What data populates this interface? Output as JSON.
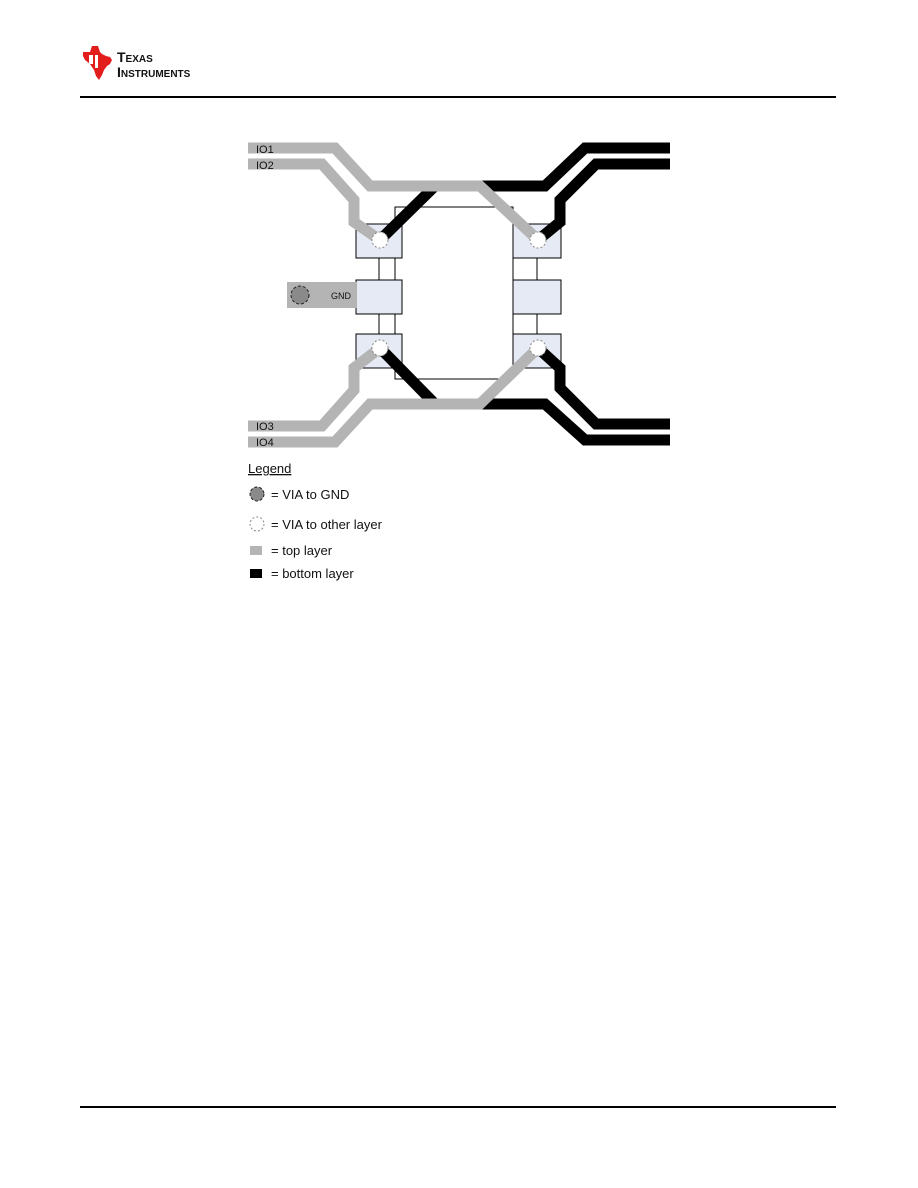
{
  "header": {
    "logo_line1": "Texas",
    "logo_line2": "Instruments",
    "colors": {
      "brand": "#e31d1c",
      "rule": "#000000"
    }
  },
  "diagram": {
    "labels": {
      "io1": "IO1",
      "io2": "IO2",
      "io3": "IO3",
      "io4": "IO4",
      "gnd": "GND"
    },
    "legend": {
      "title": "Legend",
      "items": [
        {
          "icon": "via-gnd-icon",
          "text": "= VIA to GND"
        },
        {
          "icon": "via-other-layer-icon",
          "text": "= VIA to other layer"
        },
        {
          "icon": "top-layer-swatch",
          "text": "= top layer"
        },
        {
          "icon": "bottom-layer-swatch",
          "text": "= bottom layer"
        }
      ]
    },
    "colors": {
      "top_layer": "#b4b4b4",
      "bottom_layer": "#000000",
      "pad_fill": "#e6eaf5",
      "via_gnd": "#8a8a8a"
    }
  }
}
